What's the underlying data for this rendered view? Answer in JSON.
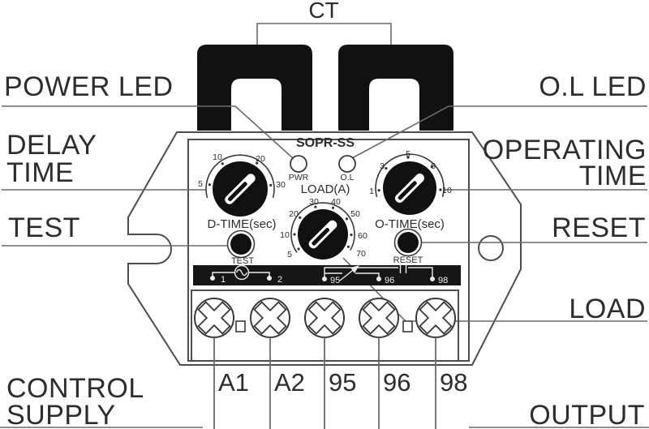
{
  "ct": {
    "label": "CT"
  },
  "panel": {
    "model": "SOPR-SS",
    "pwr_led": "PWR",
    "ol_led": "O.L",
    "load_knob_title": "LOAD(A)",
    "dtime_label": "D-TIME(sec)",
    "otime_label": "O-TIME(sec)",
    "test_label": "TEST",
    "reset_label": "RESET",
    "dtime_scale": [
      "5",
      "10",
      "20",
      "30"
    ],
    "otime_scale": [
      "1",
      "3",
      "5",
      "8",
      "10"
    ],
    "load_scale": [
      "5",
      "10",
      "20",
      "30",
      "40",
      "50",
      "60",
      "70"
    ],
    "strip_terminals": [
      "1",
      "2",
      "95",
      "96",
      "98"
    ]
  },
  "callouts": {
    "power_led": "POWER LED",
    "ol_led": "O.L LED",
    "delay_line1": "DELAY",
    "delay_line2": "TIME",
    "operating_line1": "OPERATING",
    "operating_line2": "TIME",
    "test": "TEST",
    "reset": "RESET",
    "load": "LOAD",
    "control_line1": "CONTROL",
    "control_line2": "SUPPLY",
    "output": "OUTPUT"
  },
  "terminals": {
    "labels": [
      "A1",
      "A2",
      "95",
      "96",
      "98"
    ]
  },
  "colors": {
    "core": "#111111",
    "device_line": "#4d4d4d",
    "callout_line": "#6a6a6a",
    "text": "#2d2d2d",
    "strip_bg": "#161616",
    "strip_fg": "#ececec"
  }
}
